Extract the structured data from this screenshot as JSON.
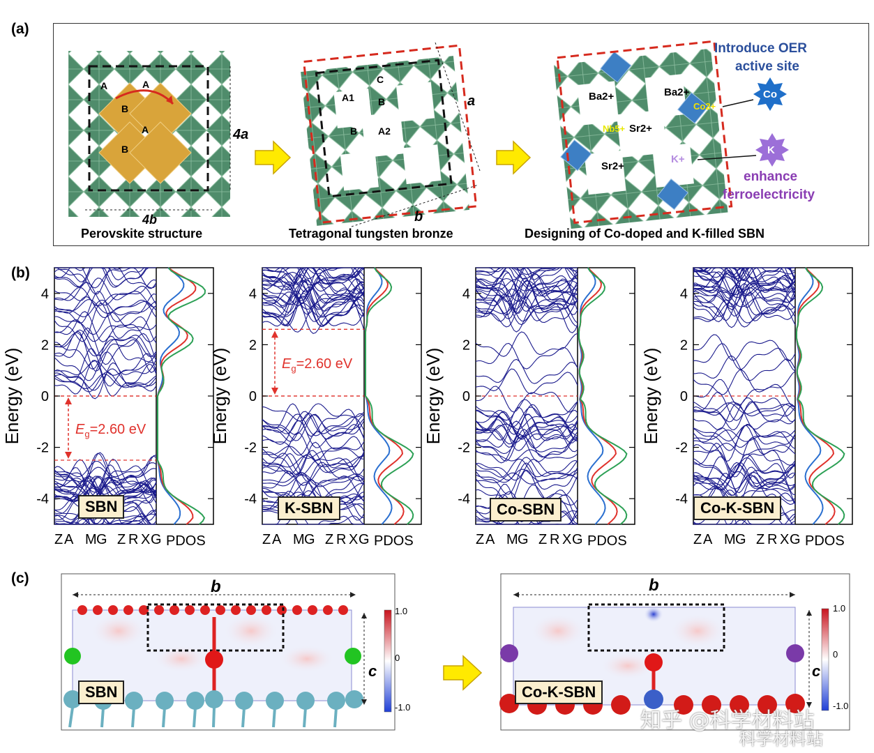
{
  "panel_a": {
    "label": "(a)",
    "perovskite": {
      "caption": "Perovskite structure",
      "sites": [
        "A",
        "A",
        "A",
        "B",
        "B"
      ],
      "dim_a": "4a",
      "dim_b": "4b"
    },
    "ttb": {
      "caption": "Tetragonal tungsten bronze",
      "sites": [
        "C",
        "A1",
        "B",
        "B",
        "A2"
      ],
      "axis_a": "a",
      "axis_b": "b"
    },
    "design": {
      "caption": "Designing of Co-doped and K-filled  SBN",
      "ions": [
        "Ba2+",
        "Ba2+",
        "Nb5+",
        "Sr2+",
        "Sr2+",
        "K+",
        "Co2+"
      ],
      "co_badge": "Co",
      "k_badge": "K",
      "oer_note_line1": "Introduce OER",
      "oer_note_line2": "active site",
      "ferro_note_line1": "enhance",
      "ferro_note_line2": "ferroelectricity"
    }
  },
  "panel_b": {
    "label": "(b)",
    "ylabel": "Energy (eV)",
    "yticks": [
      "4",
      "2",
      "0",
      "-2",
      "-4"
    ],
    "kpath": [
      "Z",
      "A",
      "M",
      "G",
      "Z",
      "R",
      "X",
      "G"
    ],
    "pdos_label": "PDOS",
    "gap_label": "=2.60 eV",
    "gap_symbol": "E",
    "gap_sub": "g",
    "plots": [
      {
        "name": "SBN",
        "gap": "2.60"
      },
      {
        "name": "K-SBN",
        "gap": "2.60"
      },
      {
        "name": "Co-SBN"
      },
      {
        "name": "Co-K-SBN"
      }
    ],
    "colors": {
      "bands": "#1a1a8c",
      "red": "#e0322c",
      "blue": "#2a6fd0",
      "green": "#2ca055"
    }
  },
  "panel_c": {
    "label": "(c)",
    "left_name": "SBN",
    "right_name": "Co-K-SBN",
    "axis_b": "b",
    "axis_c": "c",
    "colorbar": [
      "1.0",
      "0",
      "-1.0"
    ]
  },
  "watermark": {
    "main": "知乎 @科学材料站",
    "sub": "科学材料站"
  }
}
